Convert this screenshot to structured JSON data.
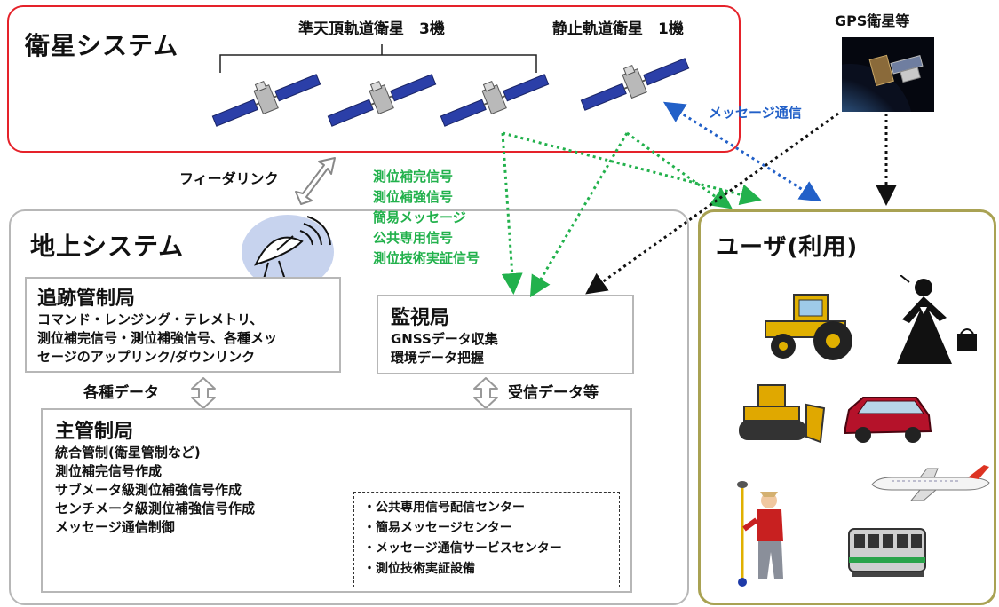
{
  "satellite_system": {
    "title": "衛星システム",
    "qzss_label": "準天頂軌道衛星　3機",
    "geo_label": "静止軌道衛星　1機"
  },
  "gps": {
    "label": "GPS衛星等"
  },
  "message_comm": "メッセージ通信",
  "feeder_link": "フィーダリンク",
  "signals": [
    "測位補完信号",
    "測位補強信号",
    "簡易メッセージ",
    "公共専用信号",
    "測位技術実証信号"
  ],
  "ground_system": {
    "title": "地上システム",
    "tracking": {
      "title": "追跡管制局",
      "lines": [
        "コマンド・レンジング・テレメトリ、",
        "測位補完信号・測位補強信号、各種メッ",
        "セージのアップリンク/ダウンリンク"
      ]
    },
    "monitor": {
      "title": "監視局",
      "lines": [
        "GNSSデータ収集",
        "環境データ把握"
      ]
    },
    "various_data": "各種データ",
    "received_data": "受信データ等",
    "master": {
      "title": "主管制局",
      "lines": [
        "統合管制(衛星管制など)",
        "測位補完信号作成",
        "サブメータ級測位補強信号作成",
        "センチメータ級測位補強信号作成",
        "メッセージ通信制御"
      ],
      "centers": [
        "・公共専用信号配信センター",
        "・簡易メッセージセンター",
        "・メッセージ通信サービスセンター",
        "・測位技術実証設備"
      ]
    }
  },
  "user": {
    "title": "ユーザ(利用)"
  },
  "colors": {
    "satellite_border": "#e5222a",
    "ground_border": "#b7b7b7",
    "user_border": "#a9a253",
    "signal_green": "#22b14c",
    "message_blue": "#2260c8"
  }
}
